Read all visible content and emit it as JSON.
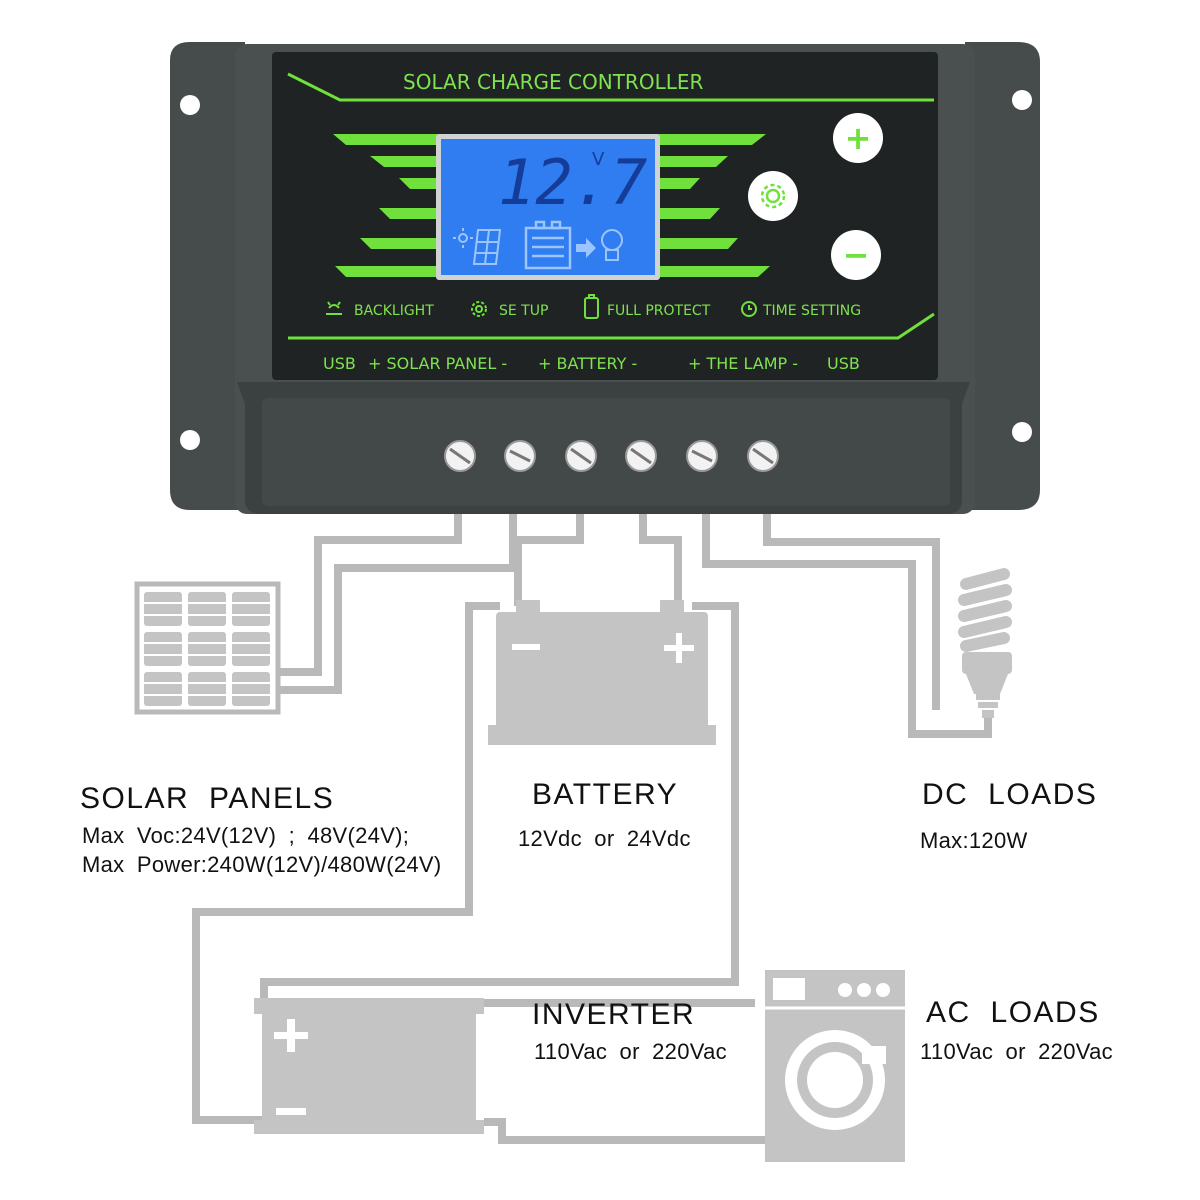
{
  "controller": {
    "title": "SOLAR CHARGE CONTROLLER",
    "lcd_voltage": "12.7",
    "lcd_unit": "V",
    "buttons": {
      "plus": "+",
      "minus": "−"
    },
    "function_labels": [
      "BACKLIGHT",
      "SE TUP",
      "FULL PROTECT",
      "TIME SETTING"
    ],
    "terminal_labels": {
      "usb_left": "USB",
      "solar": "+ SOLAR PANEL -",
      "battery": "+ BATTERY -",
      "lamp": "+ THE LAMP -",
      "usb_right": "USB"
    },
    "accent_color": "#6fe03c",
    "lcd_color": "#2f7df0"
  },
  "components": {
    "solar": {
      "title": "SOLAR  PANELS",
      "line1": "Max  Voc:24V(12V) ; 48V(24V);",
      "line2": "Max  Power:240W(12V)/480W(24V)"
    },
    "battery": {
      "title": "BATTERY",
      "line1": "12Vdc  or  24Vdc"
    },
    "dc_loads": {
      "title": "DC  LOADS",
      "line1": "Max:120W"
    },
    "inverter": {
      "title": "INVERTER",
      "line1": "110Vac  or  220Vac"
    },
    "ac_loads": {
      "title": "AC  LOADS",
      "line1": "110Vac  or  220Vac"
    }
  }
}
